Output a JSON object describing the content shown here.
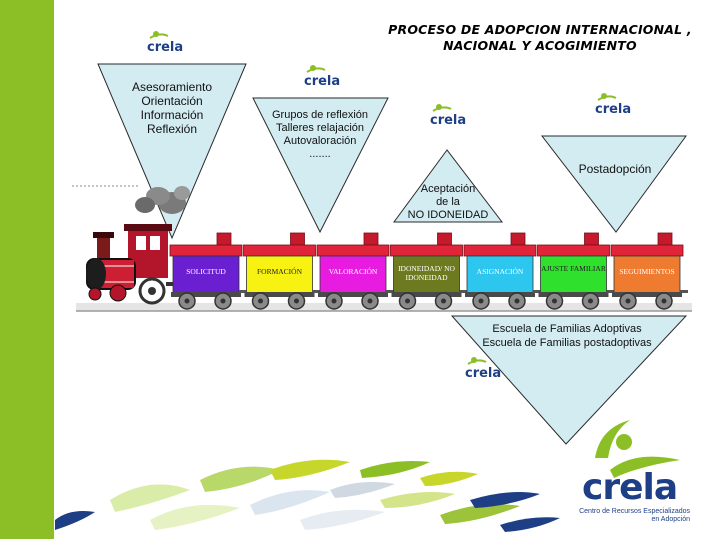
{
  "title_line1": "PROCESO DE ADOPCION INTERNACIONAL ,",
  "title_line2": "NACIONAL Y ACOGIMIENTO",
  "triangles": {
    "t1": [
      "Asesoramiento",
      "Orientación",
      "Información",
      "Reflexión"
    ],
    "t2": [
      "Grupos de reflexión",
      "Talleres relajación",
      "Autovaloración",
      "......."
    ],
    "t3": [
      "Aceptación",
      "de la",
      "NO IDONEIDAD"
    ],
    "t4": [
      "Postadopción"
    ],
    "t5": [
      "Escuela de Familias Adoptivas",
      "Escuela de Familias postadoptivas"
    ]
  },
  "wagons": [
    {
      "label": "SOLICITUD",
      "color": "#6a1fd0"
    },
    {
      "label": "FORMACIÓN",
      "color": "#f7f211"
    },
    {
      "label": "VALORACIÓN",
      "color": "#e81ce0"
    },
    {
      "label": "IDONEIDAD/ NO IDONEIDAD",
      "color": "#6e7a1f"
    },
    {
      "label": "ASIGNACIÓN",
      "color": "#2cc6ef"
    },
    {
      "label": "AJUSTE FAMILIAR",
      "color": "#2fe02c"
    },
    {
      "label": "SEGUIMIENTOS",
      "color": "#ee7b2f"
    }
  ],
  "logo": {
    "name": "crela",
    "subtitle_line1": "Centro de Recursos Especializados",
    "subtitle_line2": "en Adopción"
  },
  "colors": {
    "side_bar": "#8cbf26",
    "triangle_fill": "#d3ecf1",
    "wagon_roof": "#e0243a",
    "logo_blue": "#1e3f86",
    "logo_green": "#8cbf26"
  }
}
